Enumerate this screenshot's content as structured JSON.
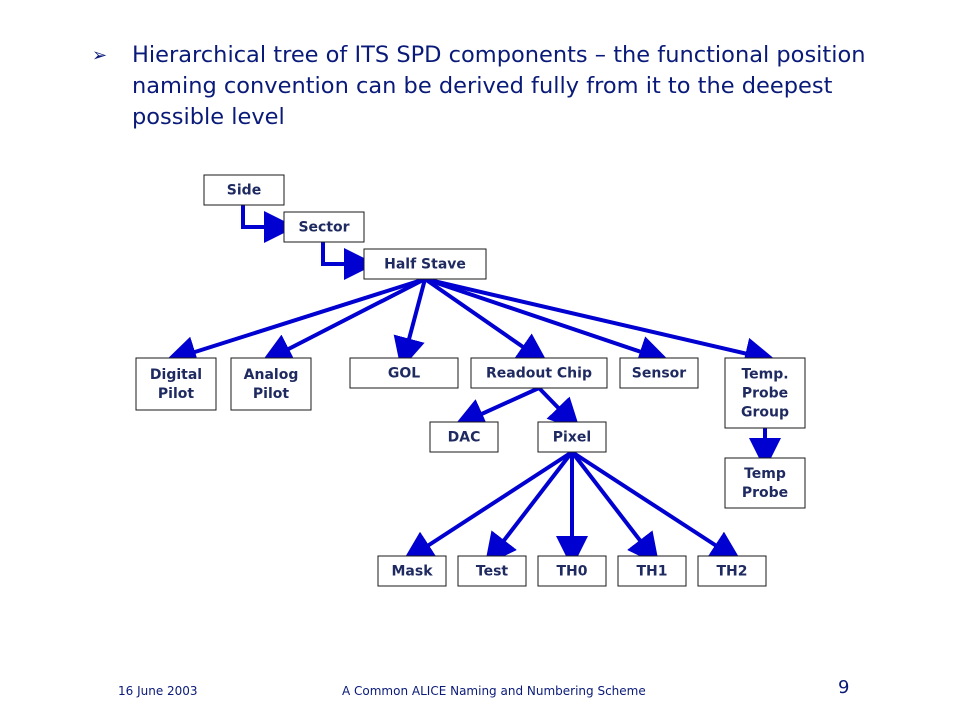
{
  "heading": {
    "bullet_glyph": "➢",
    "text": "Hierarchical tree of ITS SPD components – the functional position naming convention can be derived fully from it to the deepest possible level"
  },
  "tree": {
    "nodes": [
      {
        "id": "side",
        "lines": [
          "Side"
        ]
      },
      {
        "id": "sector",
        "lines": [
          "Sector"
        ]
      },
      {
        "id": "half-stave",
        "lines": [
          "Half Stave"
        ]
      },
      {
        "id": "digital-pilot",
        "lines": [
          "Digital",
          "Pilot"
        ]
      },
      {
        "id": "analog-pilot",
        "lines": [
          "Analog",
          "Pilot"
        ]
      },
      {
        "id": "gol",
        "lines": [
          "GOL"
        ]
      },
      {
        "id": "readout-chip",
        "lines": [
          "Readout Chip"
        ]
      },
      {
        "id": "sensor",
        "lines": [
          "Sensor"
        ]
      },
      {
        "id": "temp-probe-group",
        "lines": [
          "Temp.",
          "Probe",
          "Group"
        ]
      },
      {
        "id": "dac",
        "lines": [
          "DAC"
        ]
      },
      {
        "id": "pixel",
        "lines": [
          "Pixel"
        ]
      },
      {
        "id": "temp-probe",
        "lines": [
          "Temp",
          "Probe"
        ]
      },
      {
        "id": "mask",
        "lines": [
          "Mask"
        ]
      },
      {
        "id": "test",
        "lines": [
          "Test"
        ]
      },
      {
        "id": "th0",
        "lines": [
          "TH0"
        ]
      },
      {
        "id": "th1",
        "lines": [
          "TH1"
        ]
      },
      {
        "id": "th2",
        "lines": [
          "TH2"
        ]
      }
    ],
    "edges": [
      [
        "side",
        "sector"
      ],
      [
        "sector",
        "half-stave"
      ],
      [
        "half-stave",
        "digital-pilot"
      ],
      [
        "half-stave",
        "analog-pilot"
      ],
      [
        "half-stave",
        "gol"
      ],
      [
        "half-stave",
        "readout-chip"
      ],
      [
        "half-stave",
        "sensor"
      ],
      [
        "half-stave",
        "temp-probe-group"
      ],
      [
        "readout-chip",
        "dac"
      ],
      [
        "readout-chip",
        "pixel"
      ],
      [
        "temp-probe-group",
        "temp-probe"
      ],
      [
        "pixel",
        "mask"
      ],
      [
        "pixel",
        "test"
      ],
      [
        "pixel",
        "th0"
      ],
      [
        "pixel",
        "th1"
      ],
      [
        "pixel",
        "th2"
      ]
    ],
    "link_color": "#0000d0"
  },
  "footer": {
    "date": "16 June 2003",
    "title": "A Common ALICE Naming and Numbering Scheme",
    "page": "9"
  }
}
